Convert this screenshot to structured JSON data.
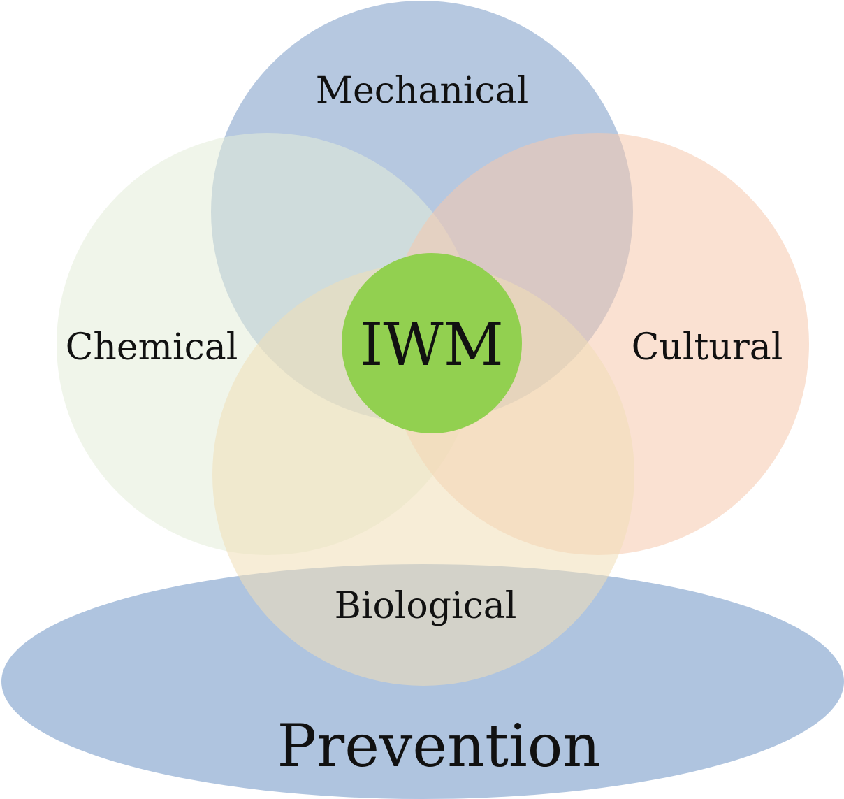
{
  "diagram": {
    "prevention": {
      "label": "Prevention",
      "color": "#afc4df"
    },
    "mechanical": {
      "label": "Mechanical",
      "color": "#b3c8df"
    },
    "chemical": {
      "label": "Chemical",
      "color": "#eaf0e2"
    },
    "cultural": {
      "label": "Cultural",
      "color": "#f8d6c2"
    },
    "biological": {
      "label": "Biological",
      "color": "#f2e6c4"
    },
    "center": {
      "label": "IWM",
      "color": "#92d050"
    }
  }
}
